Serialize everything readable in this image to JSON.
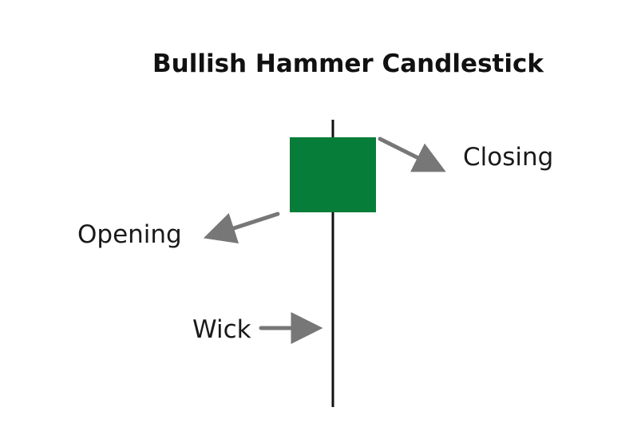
{
  "title": "Bullish Hammer Candlestick",
  "labels": {
    "closing": "Closing",
    "opening": "Opening",
    "wick": "Wick"
  },
  "colors": {
    "candle_body": "#067d38",
    "wick": "#111111",
    "arrow": "#777777",
    "text": "#1a1a1a"
  }
}
